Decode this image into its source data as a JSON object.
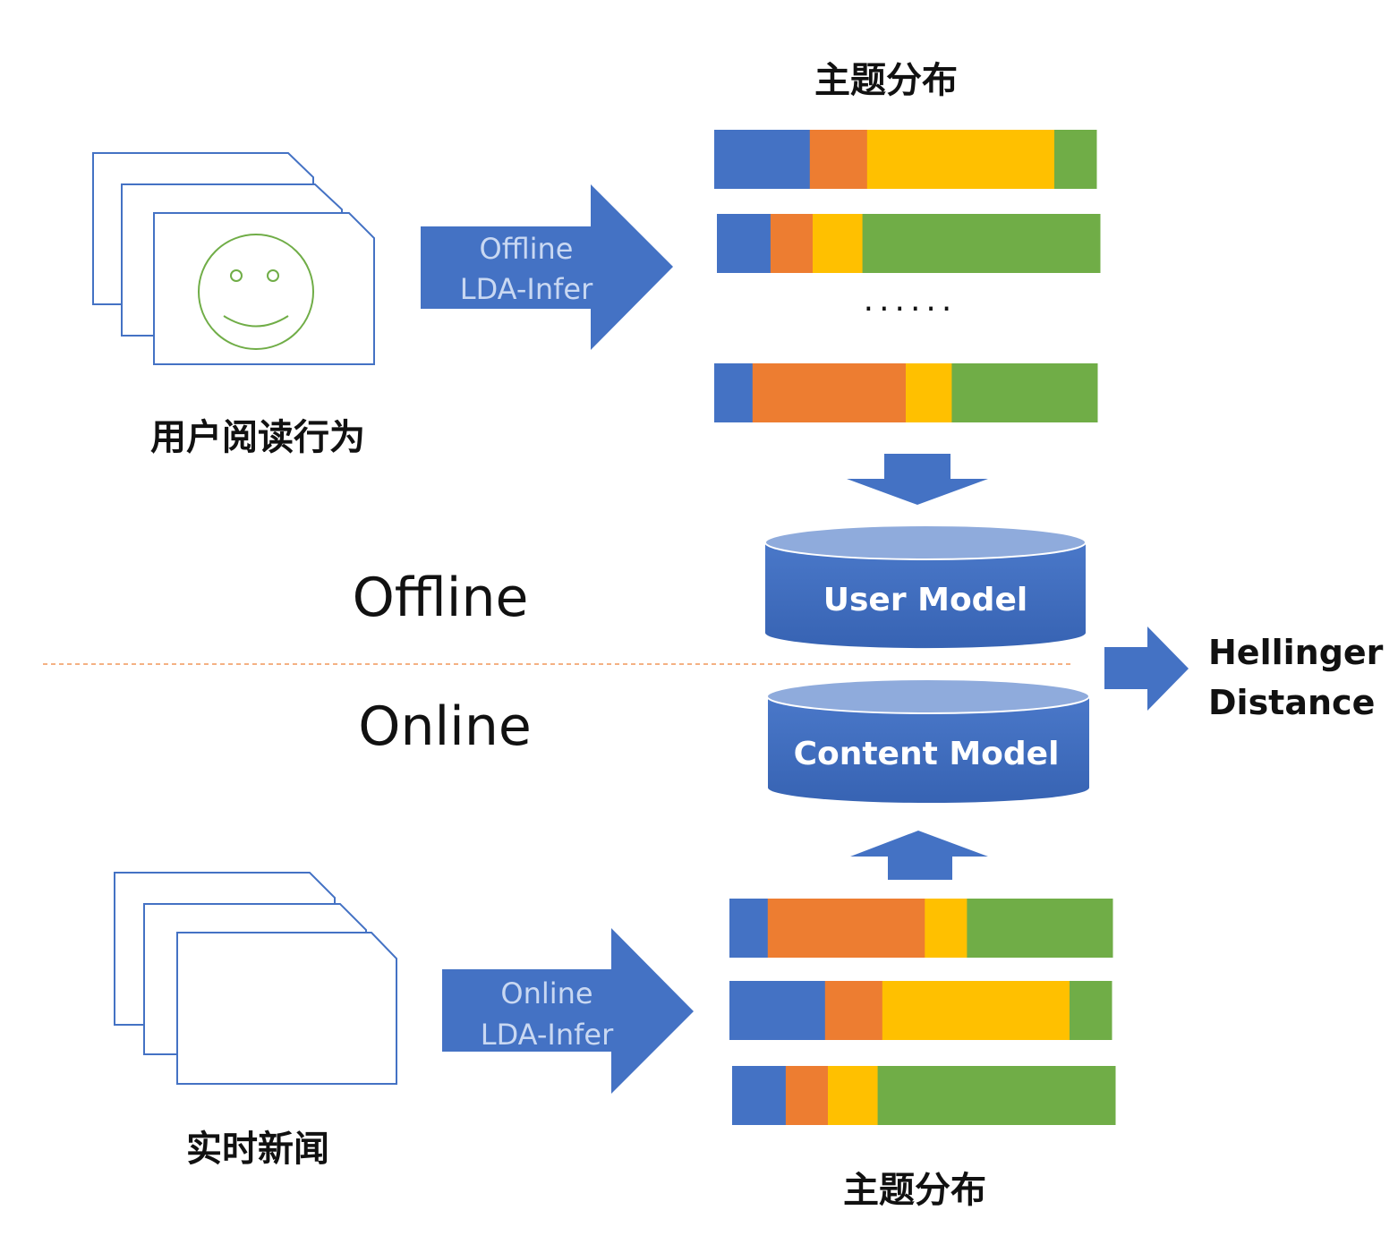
{
  "colors": {
    "blue": "#4472c4",
    "orange": "#ed7d31",
    "yellow": "#ffc000",
    "green": "#70ad47",
    "dash": "#f4b183",
    "doc_stroke": "#4472c4",
    "smiley": "#70ad47"
  },
  "labels": {
    "top_dist_title": "主题分布",
    "bottom_dist_title": "主题分布",
    "user_behavior": "用户阅读行为",
    "realtime_news": "实时新闻",
    "offline": "Offline",
    "online": "Online",
    "ellipsis": "······"
  },
  "arrows": {
    "offline": {
      "line1": "Offline",
      "line2": "LDA-Infer"
    },
    "online": {
      "line1": "Online",
      "line2": "LDA-Infer"
    }
  },
  "models": {
    "user": "User Model",
    "content": "Content Model"
  },
  "output": {
    "line1": "Hellinger",
    "line2": "Distance"
  },
  "icons": {
    "user_docs": "document-stack-icon",
    "smiley": "smiley-face-icon",
    "news_docs": "document-stack-icon"
  },
  "top_bars": [
    [
      0.25,
      0.15,
      0.49,
      0.11
    ],
    [
      0.14,
      0.11,
      0.13,
      0.62
    ],
    [
      0.1,
      0.4,
      0.12,
      0.38
    ]
  ],
  "bottom_bars": [
    [
      0.1,
      0.41,
      0.11,
      0.38
    ],
    [
      0.25,
      0.15,
      0.49,
      0.11
    ],
    [
      0.14,
      0.11,
      0.13,
      0.62
    ]
  ]
}
